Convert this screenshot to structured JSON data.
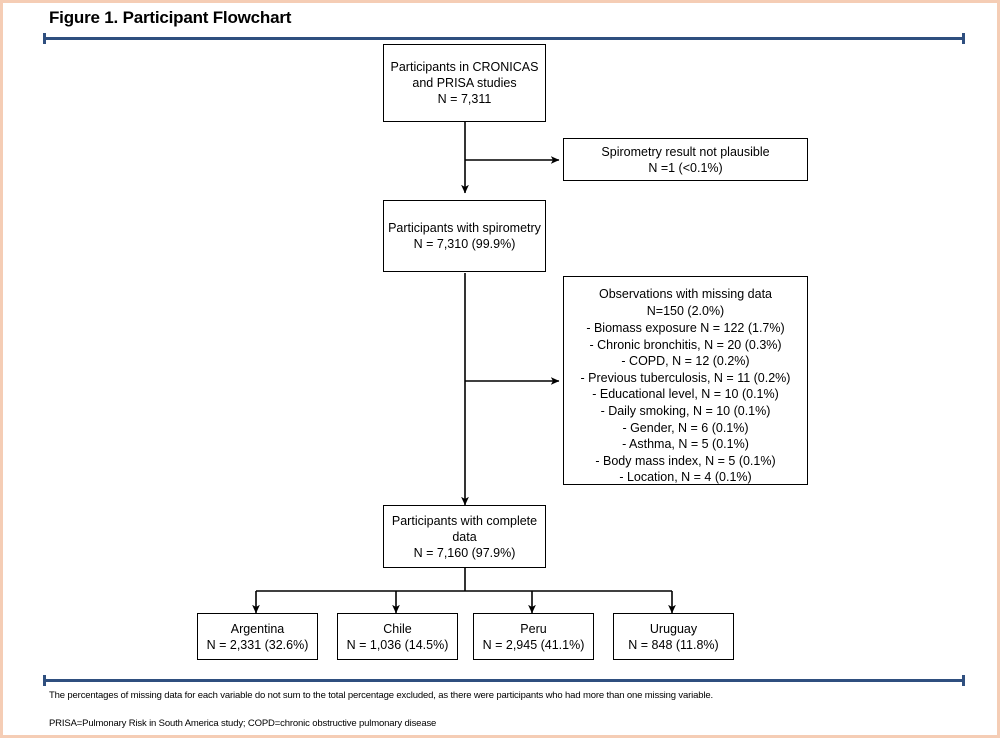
{
  "figure": {
    "title": "Figure 1. Participant Flowchart",
    "rule_color": "#2f4f7f",
    "page_border_color": "#f5cdb5",
    "box_border_color": "#000000"
  },
  "nodes": {
    "source": {
      "name": "participants-source",
      "lines": [
        "Participants in CRONICAS",
        "and PRISA studies",
        "N = 7,311"
      ]
    },
    "excluded_spirometry": {
      "name": "spirometry-not-plausible",
      "lines": [
        "Spirometry result not plausible",
        "N =1 (<0.1%)"
      ]
    },
    "with_spirometry": {
      "name": "participants-with-spirometry",
      "lines": [
        "Participants with spirometry",
        "N = 7,310 (99.9%)"
      ]
    },
    "missing_data": {
      "name": "observations-missing-data",
      "header": [
        "Observations with missing data",
        "N=150 (2.0%)"
      ],
      "items": [
        "- Biomass exposure N = 122 (1.7%)",
        "- Chronic bronchitis, N = 20 (0.3%)",
        "- COPD, N = 12 (0.2%)",
        "- Previous tuberculosis, N = 11 (0.2%)",
        "- Educational level, N = 10 (0.1%)",
        "- Daily smoking, N = 10 (0.1%)",
        "- Gender, N = 6 (0.1%)",
        "- Asthma, N = 5 (0.1%)",
        "-  Body mass index, N = 5 (0.1%)",
        "- Location, N = 4 (0.1%)"
      ]
    },
    "complete_data": {
      "name": "participants-complete-data",
      "lines": [
        "Participants with complete",
        "data",
        "N = 7,160 (97.9%)"
      ]
    }
  },
  "countries": [
    {
      "name": "argentina",
      "lines": [
        "Argentina",
        "N = 2,331 (32.6%)"
      ]
    },
    {
      "name": "chile",
      "lines": [
        "Chile",
        "N = 1,036 (14.5%)"
      ]
    },
    {
      "name": "peru",
      "lines": [
        "Peru",
        "N = 2,945 (41.1%)"
      ]
    },
    {
      "name": "uruguay",
      "lines": [
        "Uruguay",
        "N = 848 (11.8%)"
      ]
    }
  ],
  "footnotes": [
    "The percentages of missing data for each variable do not sum to the total percentage excluded, as there were participants who had more than one missing variable.",
    "PRISA=Pulmonary Risk in South America study; COPD=chronic obstructive pulmonary disease"
  ]
}
